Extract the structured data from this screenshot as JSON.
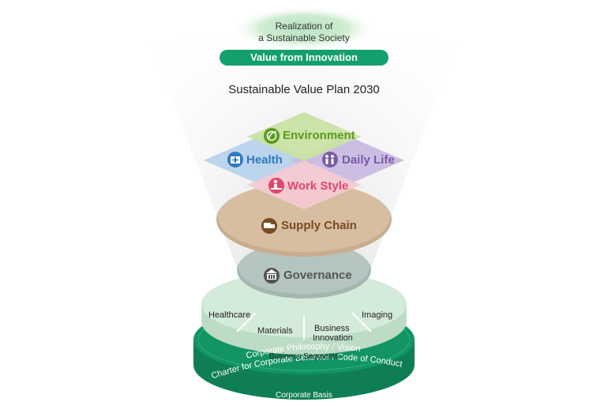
{
  "goal": {
    "line1": "Realization of",
    "line2": "a Sustainable Society"
  },
  "innovation_label": "Value from Innovation",
  "plan_title": "Sustainable Value Plan 2030",
  "themes": {
    "environment": "Environment",
    "health": "Health",
    "daily_life": "Daily Life",
    "work_style": "Work Style",
    "supply_chain": "Supply Chain",
    "governance": "Governance"
  },
  "icons": {
    "environment": "globe-leaf-icon",
    "health": "medical-kit-icon",
    "daily_life": "family-icon",
    "work_style": "desk-worker-icon",
    "supply_chain": "delivery-truck-icon",
    "governance": "building-icon"
  },
  "business_segments": {
    "items": [
      "Healthcare",
      "Materials",
      "Business",
      "Innovation",
      "Imaging"
    ],
    "title": "Business Segments"
  },
  "corporate_basis": {
    "line1": "Corporate Philosophy / Vision",
    "line2": "Charter for Corporate Behavior / Code of Conduct",
    "title": "Corporate Basis"
  },
  "colors": {
    "innovation_bar": "#14a06a",
    "environment": "#5a9a1e",
    "health": "#2f79c0",
    "daily_life": "#7a5aa8",
    "work_style": "#e0476c",
    "supply_chain": "#7a4a22",
    "governance": "#555555",
    "segment_disc": "#d5ebd9",
    "basis_disc": "#129464"
  }
}
